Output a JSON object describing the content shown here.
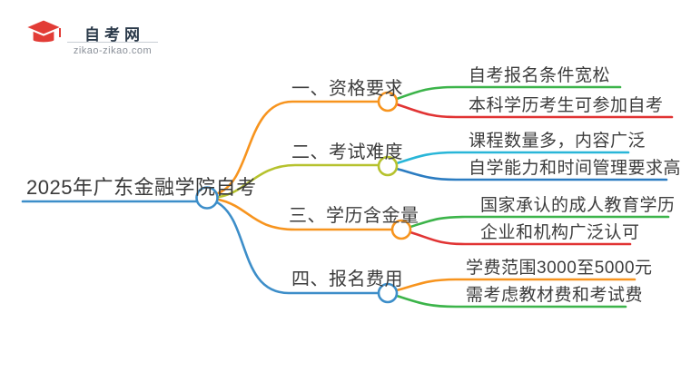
{
  "logo": {
    "site_name": "自考网",
    "site_url": "zikao-zikao.com",
    "icon": "graduation-cap-icon"
  },
  "mindmap": {
    "root": {
      "label": "2025年广东金融学院自考",
      "color": "#3d8ec9"
    },
    "branches": [
      {
        "label": "一、资格要求",
        "color": "#f7941e",
        "children": [
          {
            "label": "自考报名条件宽松",
            "color": "#3cb44a"
          },
          {
            "label": "本科学历考生可参加自考",
            "color": "#e13434"
          }
        ]
      },
      {
        "label": "二、考试难度",
        "color": "#b6c22e",
        "children": [
          {
            "label": "课程数量多，内容广泛",
            "color": "#29b6d8"
          },
          {
            "label": "自学能力和时间管理要求高",
            "color": "#2b7cc1"
          }
        ]
      },
      {
        "label": "三、学历含金量",
        "color": "#f7941e",
        "children": [
          {
            "label": "国家承认的成人教育学历",
            "color": "#3cb44a"
          },
          {
            "label": "企业和机构广泛认可",
            "color": "#e13434"
          }
        ]
      },
      {
        "label": "四、报名费用",
        "color": "#3d8ec9",
        "children": [
          {
            "label": "学费范围3000至5000元",
            "color": "#f7941e"
          },
          {
            "label": "需考虑教材费和考试费",
            "color": "#3cb44a"
          }
        ]
      }
    ]
  },
  "palette": {
    "blue": "#3d8ec9",
    "deep_blue": "#2b7cc1",
    "orange": "#f7941e",
    "green": "#3cb44a",
    "red": "#e13434",
    "olive": "#b6c22e",
    "cyan": "#29b6d8",
    "logo_cap_red": "#e23c36",
    "logo_swoosh_blue": "#2878bf",
    "text": "#3d3d3d"
  }
}
